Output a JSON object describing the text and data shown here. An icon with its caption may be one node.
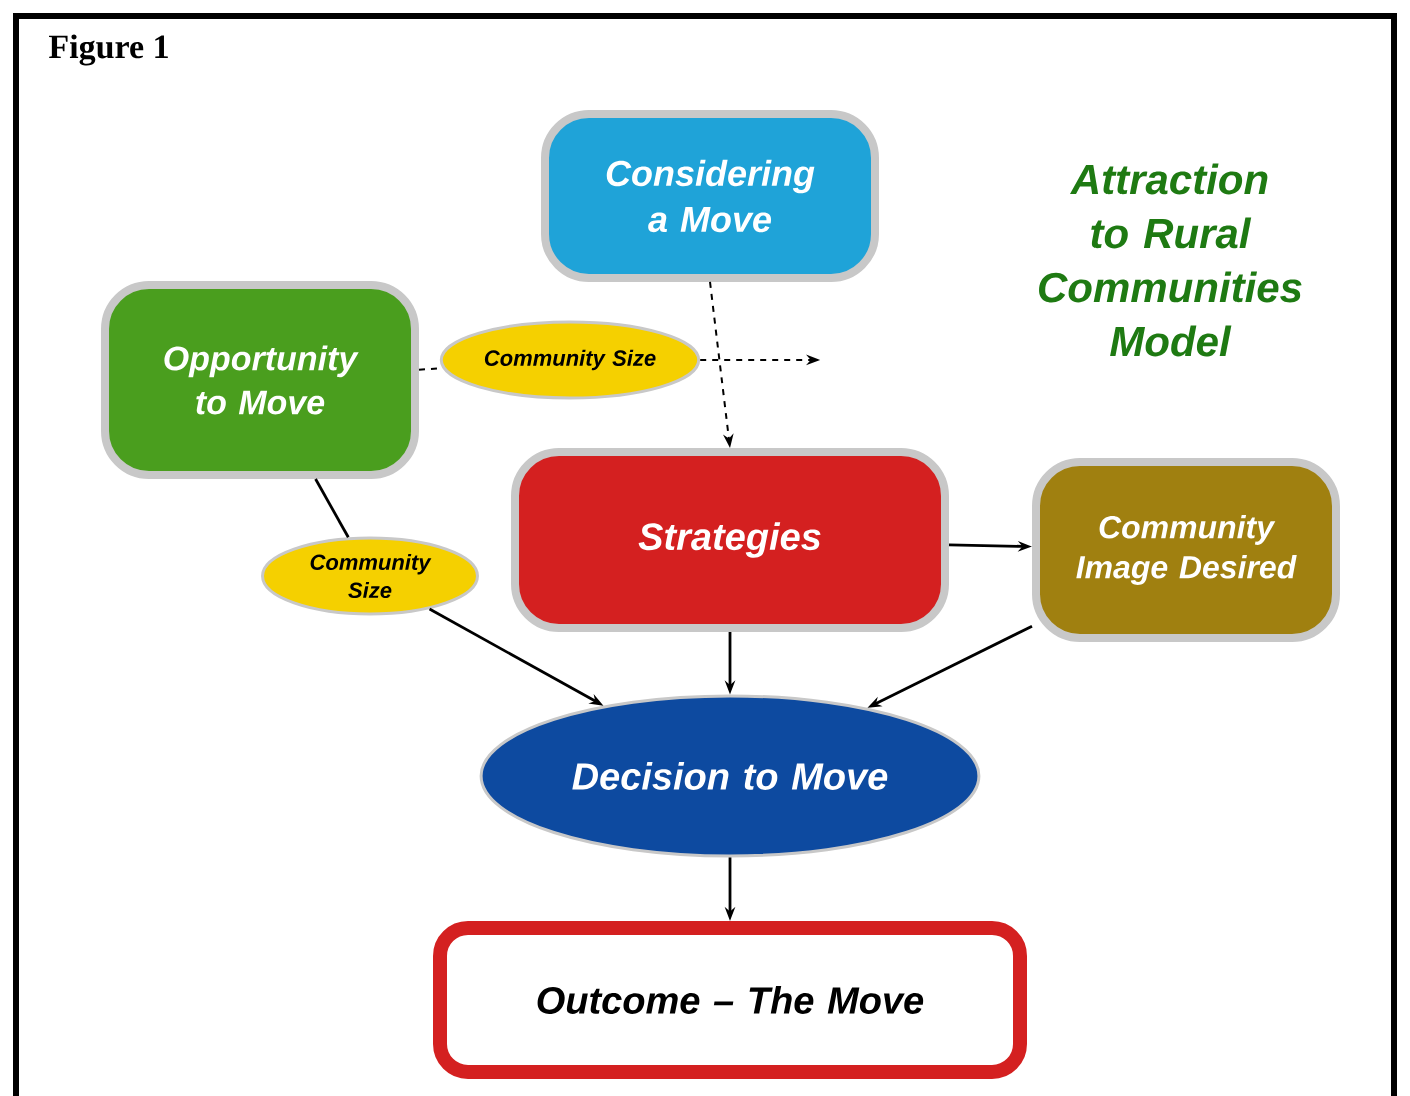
{
  "diagram": {
    "title": "Attraction to Rural Communities Model",
    "nodes": [
      {
        "text": [
          "Considering a Move"
        ]
      },
      {
        "text": [
          "Opportunity to Move"
        ]
      },
      {
        "text": [
          "Community Size"
        ]
      },
      {
        "text": [
          "Strategies"
        ]
      },
      {
        "text": [
          "Community Image Desired"
        ]
      },
      {
        "text": [
          "Community Size"
        ]
      },
      {
        "text": [
          "Decision to Move"
        ]
      },
      {
        "text": [
          "Outcome – The Move"
        ]
      }
    ],
    "edges": [
      {
        "from": 0,
        "to": 3,
        "arrow": "to",
        "style": "dashed"
      },
      {
        "from": 1,
        "to": 2,
        "arrow": "none",
        "style": "dashed"
      },
      {
        "from": 2,
        "to": null,
        "arrow": "to",
        "style": "dashed"
      },
      {
        "from": 3,
        "to": 4,
        "arrow": "to"
      },
      {
        "from": 1,
        "to": 5,
        "arrow": "none"
      },
      {
        "from": 5,
        "to": 6,
        "arrow": "to"
      },
      {
        "from": 3,
        "to": 6,
        "arrow": "to"
      },
      {
        "from": 4,
        "to": 6,
        "arrow": "to"
      },
      {
        "from": 6,
        "to": 7,
        "arrow": "to"
      }
    ],
    "labels": [
      "Figure 1"
    ]
  }
}
